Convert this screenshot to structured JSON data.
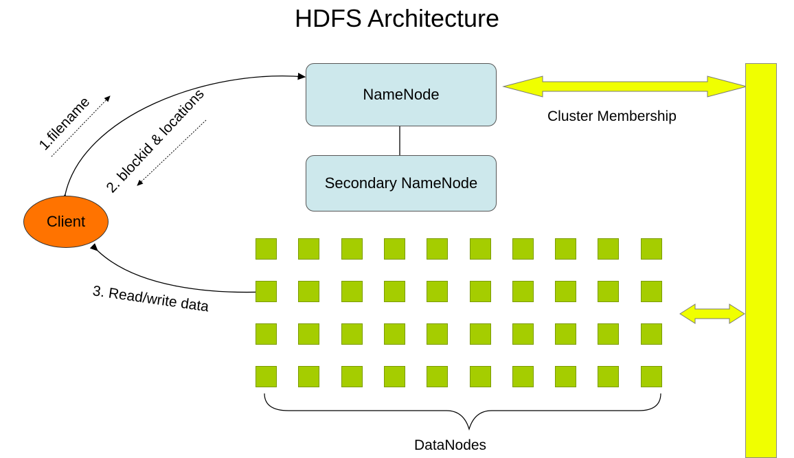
{
  "title": "HDFS Architecture",
  "nodes": {
    "namenode": "NameNode",
    "secondary": "Secondary NameNode",
    "client": "Client",
    "datanodes": "DataNodes"
  },
  "labels": {
    "cluster_membership": "Cluster Membership",
    "step1": "1.filename",
    "step2": "2. blockid & locations",
    "step3": "3. Read/write data"
  },
  "datanode_grid": {
    "rows": 4,
    "cols": 10
  },
  "colors": {
    "namenode_fill": "#cde8ec",
    "client_fill": "#ff7300",
    "datanode_fill": "#a5cd00",
    "membership_fill": "#f0ff00"
  }
}
